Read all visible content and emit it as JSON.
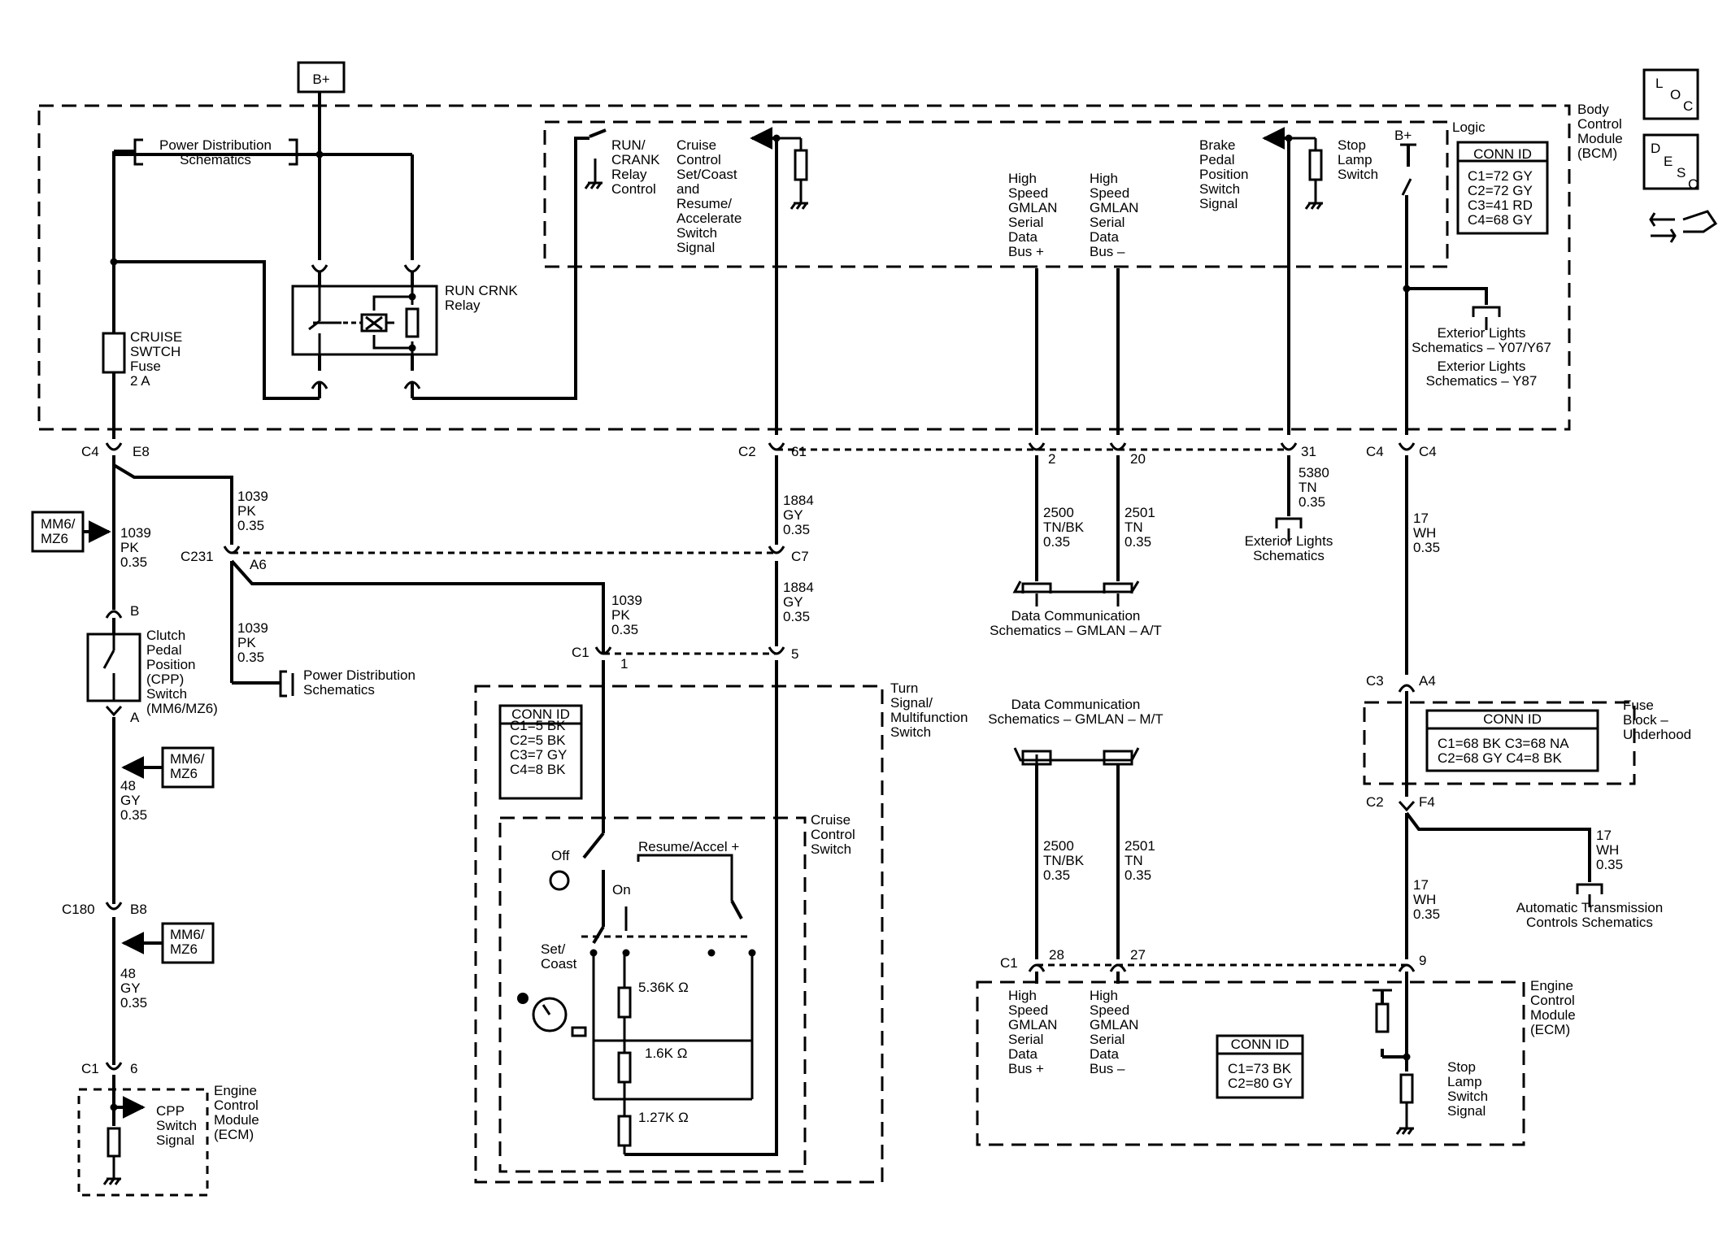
{
  "power_label": "B+",
  "logic_label": "Logic",
  "bcm": {
    "title": [
      "Body",
      "Control",
      "Module",
      "(BCM)"
    ],
    "conn_id_title": "CONN ID",
    "conn_ids": [
      "C1=72 GY",
      "C2=72 GY",
      "C3=41 RD",
      "C4=68 GY"
    ]
  },
  "loc_icon": [
    "L",
    "O",
    "C"
  ],
  "desc_icon": [
    "D",
    "E",
    "S",
    "C"
  ],
  "labels": {
    "power_dist_top": [
      "Power Distribution",
      "Schematics"
    ],
    "run_crank_relay_control": [
      "RUN/",
      "CRANK",
      "Relay",
      "Control"
    ],
    "cruise_signal": [
      "Cruise",
      "Control",
      "Set/Coast",
      "and",
      "Resume/",
      "Accelerate",
      "Switch",
      "Signal"
    ],
    "hs_bus_plus_bcm": [
      "High",
      "Speed",
      "GMLAN",
      "Serial",
      "Data",
      "Bus +"
    ],
    "hs_bus_minus_bcm": [
      "High",
      "Speed",
      "GMLAN",
      "Serial",
      "Data",
      "Bus –"
    ],
    "brake_signal": [
      "Brake",
      "Pedal",
      "Position",
      "Switch",
      "Signal"
    ],
    "stop_lamp_switch_bcm": [
      "Stop",
      "Lamp",
      "Switch"
    ],
    "bplus_small": "B+",
    "run_crnk_relay": [
      "RUN CRNK",
      "Relay"
    ],
    "cruise_fuse": [
      "CRUISE",
      "SWTCH",
      "Fuse",
      "2 A"
    ],
    "ext_lights_y07": [
      "Exterior Lights",
      "Schematics – Y07/Y67"
    ],
    "ext_lights_y87": [
      "Exterior Lights",
      "Schematics – Y87"
    ],
    "ext_lights": [
      "Exterior Lights",
      "Schematics"
    ],
    "data_comm_at": [
      "Data Communication",
      "Schematics – GMLAN – A/T"
    ],
    "data_comm_mt": [
      "Data Communication",
      "Schematics – GMLAN – M/T"
    ],
    "power_dist_mid": [
      "Power Distribution",
      "Schematics"
    ],
    "mm6_mz6": [
      "MM6/",
      "MZ6"
    ],
    "clutch_switch": [
      "Clutch",
      "Pedal",
      "Position",
      "(CPP)",
      "Switch",
      "(MM6/MZ6)"
    ],
    "cpp_signal": [
      "CPP",
      "Switch",
      "Signal"
    ],
    "ecm_left": [
      "Engine",
      "Control",
      "Module",
      "(ECM)"
    ],
    "turn_signal": [
      "Turn",
      "Signal/",
      "Multifunction",
      "Switch"
    ],
    "cruise_switch": [
      "Cruise",
      "Control",
      "Switch"
    ],
    "off": "Off",
    "on": "On",
    "resume_accel": "Resume/Accel +",
    "set_coast": [
      "Set/",
      "Coast"
    ],
    "r1": "5.36K Ω",
    "r2": "1.6K Ω",
    "r3": "1.27K Ω",
    "fuse_block": [
      "Fuse",
      "Block –",
      "Underhood"
    ],
    "atc": [
      "Automatic Transmission",
      "Controls Schematics"
    ],
    "ecm_right": [
      "Engine",
      "Control",
      "Module",
      "(ECM)"
    ],
    "hs_bus_plus_ecm": [
      "High",
      "Speed",
      "GMLAN",
      "Serial",
      "Data",
      "Bus +"
    ],
    "hs_bus_minus_ecm": [
      "High",
      "Speed",
      "GMLAN",
      "Serial",
      "Data",
      "Bus –"
    ],
    "stop_lamp_signal": [
      "Stop",
      "Lamp",
      "Switch",
      "Signal"
    ]
  },
  "conn_boxes": {
    "turn_signal": {
      "title": "CONN ID",
      "lines": [
        "C1=5 BK",
        "C2=5 BK",
        "C3=7 GY",
        "C4=8 BK"
      ]
    },
    "fuse_block": {
      "title": "CONN ID",
      "lines": [
        "C1=68 BK   C3=68 NA",
        "C2=68 GY   C4=8 BK"
      ]
    },
    "ecm": {
      "title": "CONN ID",
      "lines": [
        "C1=73 BK",
        "C2=80 GY"
      ]
    }
  },
  "connectors": {
    "c4": "C4",
    "e8": "E8",
    "c2_bcm": "C2",
    "p61": "61",
    "p2": "2",
    "p20": "20",
    "p31": "31",
    "c4r_l": "C4",
    "c4r_r": "C4",
    "c231": "C231",
    "a6": "A6",
    "c7": "C7",
    "c1_ts": "C1",
    "p1": "1",
    "p5": "5",
    "b": "B",
    "a": "A",
    "c180": "C180",
    "b8": "B8",
    "c1_ecm_l": "C1",
    "p6": "6",
    "c3": "C3",
    "a4": "A4",
    "c2_f": "C2",
    "f4": "F4",
    "c1_ecm": "C1",
    "p28": "28",
    "p27": "27",
    "p9": "9"
  },
  "wires": {
    "w1039_a": [
      "1039",
      "PK",
      "0.35"
    ],
    "w1039_b": [
      "1039",
      "PK",
      "0.35"
    ],
    "w1039_c": [
      "1039",
      "PK",
      "0.35"
    ],
    "w1039_d": [
      "1039",
      "PK",
      "0.35"
    ],
    "w1884_a": [
      "1884",
      "GY",
      "0.35"
    ],
    "w1884_b": [
      "1884",
      "GY",
      "0.35"
    ],
    "w2500_a": [
      "2500",
      "TN/BK",
      "0.35"
    ],
    "w2501_a": [
      "2501",
      "TN",
      "0.35"
    ],
    "w5380": [
      "5380",
      "TN",
      "0.35"
    ],
    "w17_a": [
      "17",
      "WH",
      "0.35"
    ],
    "w17_b": [
      "17",
      "WH",
      "0.35"
    ],
    "w17_c": [
      "17",
      "WH",
      "0.35"
    ],
    "w48_a": [
      "48",
      "GY",
      "0.35"
    ],
    "w48_b": [
      "48",
      "GY",
      "0.35"
    ],
    "w2500_b": [
      "2500",
      "TN/BK",
      "0.35"
    ],
    "w2501_b": [
      "2501",
      "TN",
      "0.35"
    ]
  }
}
